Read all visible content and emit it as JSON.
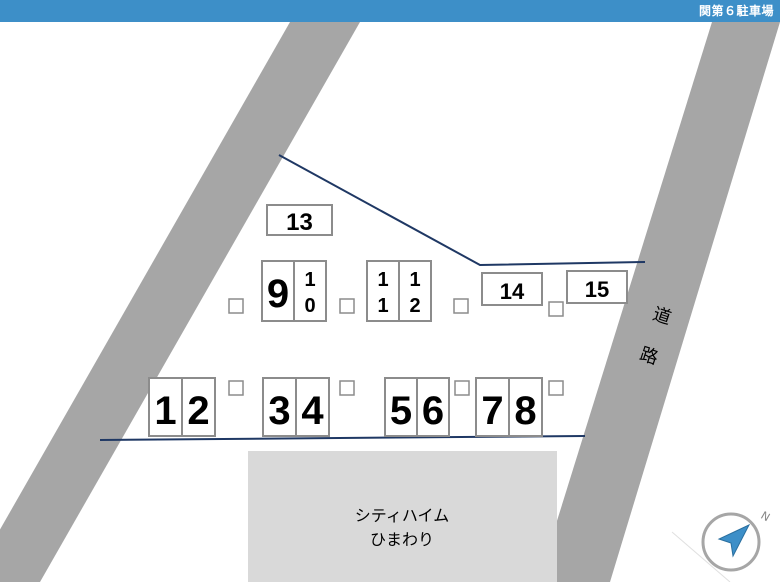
{
  "header": {
    "title": "関第６駐車場",
    "color": "#3d8fc8"
  },
  "road": {
    "label_chars": [
      "道",
      "路"
    ],
    "color": "#a6a6a6"
  },
  "building": {
    "line1": "シティハイム",
    "line2": "ひまわり",
    "color": "#d9d9d9"
  },
  "parking_spaces": [
    {
      "number": "1"
    },
    {
      "number": "2"
    },
    {
      "number": "3"
    },
    {
      "number": "4"
    },
    {
      "number": "5"
    },
    {
      "number": "6"
    },
    {
      "number": "7"
    },
    {
      "number": "8"
    },
    {
      "number": "9"
    },
    {
      "number": "10",
      "vertical": [
        "1",
        "0"
      ]
    },
    {
      "number": "11",
      "vertical": [
        "1",
        "1"
      ]
    },
    {
      "number": "12",
      "vertical": [
        "1",
        "2"
      ]
    },
    {
      "number": "13"
    },
    {
      "number": "14"
    },
    {
      "number": "15"
    }
  ],
  "compass": {
    "north": "N",
    "color": "#3d8fc8"
  }
}
